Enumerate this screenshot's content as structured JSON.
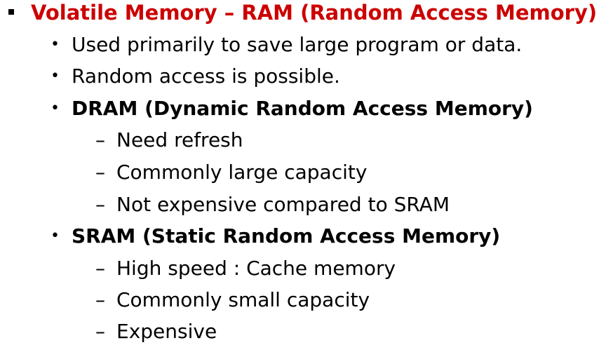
{
  "slide": {
    "heading": {
      "marker": "▪",
      "text": "Volatile Memory – RAM (Random Access Memory)"
    },
    "points": [
      {
        "bullet": "•",
        "text": "Used primarily to save large program or data."
      },
      {
        "bullet": "•",
        "text": "Random access is possible."
      },
      {
        "bullet": "•",
        "text": "DRAM (Dynamic Random Access Memory)"
      },
      {
        "dash": "–",
        "text": "Need refresh"
      },
      {
        "dash": "–",
        "text": "Commonly large capacity"
      },
      {
        "dash": "–",
        "text": "Not expensive compared to SRAM"
      },
      {
        "bullet": "•",
        "text": "SRAM (Static Random Access Memory)"
      },
      {
        "dash": "–",
        "text": "High speed : Cache memory"
      },
      {
        "dash": "–",
        "text": "Commonly small capacity"
      },
      {
        "dash": "–",
        "text": "Expensive"
      }
    ]
  },
  "colors": {
    "heading": "#cc0000",
    "body": "#000000"
  }
}
